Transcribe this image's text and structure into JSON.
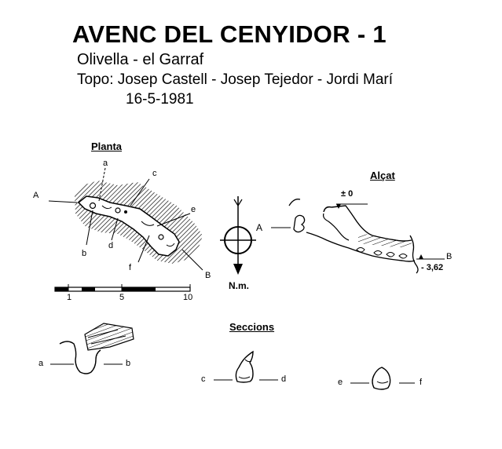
{
  "header": {
    "title": "AVENC DEL CENYIDOR - 1",
    "location": "Olivella - el Garraf",
    "topo": "Topo: Josep Castell - Josep Tejedor - Jordi Marí",
    "date": "16-5-1981"
  },
  "plan": {
    "heading": "Planta",
    "labels": {
      "A": "A",
      "B": "B",
      "a": "a",
      "b": "b",
      "c": "c",
      "d": "d",
      "e": "e",
      "f": "f"
    }
  },
  "scale": {
    "ticks": [
      "1",
      "5",
      "10"
    ]
  },
  "north": {
    "label": "N.m.",
    "section_marker": "A"
  },
  "elevation": {
    "heading": "Alçat",
    "top_level": "± 0",
    "bottom_level": "- 3,62",
    "label_B": "B"
  },
  "sections": {
    "heading": "Seccions",
    "ab": {
      "left": "a",
      "right": "b"
    },
    "cd": {
      "left": "c",
      "right": "d"
    },
    "ef": {
      "left": "e",
      "right": "f"
    }
  }
}
